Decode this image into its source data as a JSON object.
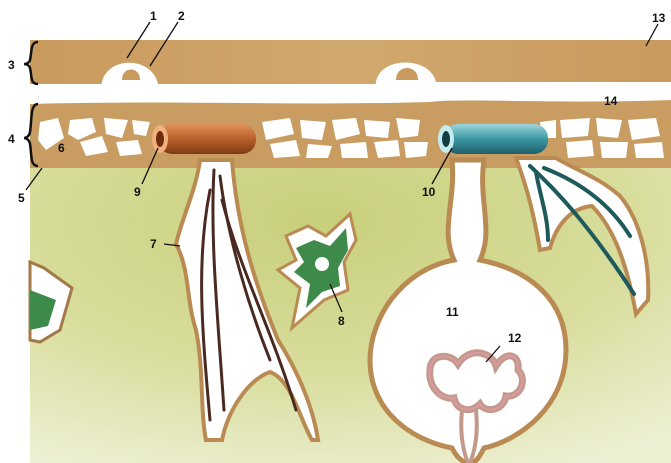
{
  "labels": {
    "l1": "1",
    "l2": "2",
    "l3": "3",
    "l4": "4",
    "l5": "5",
    "l6": "6",
    "l7": "7",
    "l8": "8",
    "l9": "9",
    "l10": "10",
    "l11": "11",
    "l12": "12",
    "l13": "13",
    "l14": "14"
  },
  "colors": {
    "tissue": "#c99d62",
    "tissue_outline": "#a27a47",
    "stroma": "#cfd58a",
    "stroma_light": "#e7ebc2",
    "pigment_cell": "#3e8a4a",
    "vessel_orange": "#b35a24",
    "vessel_teal": "#2f8d9a",
    "dark_streak": "#4a2a20",
    "teal_streak": "#1e5a5c"
  }
}
